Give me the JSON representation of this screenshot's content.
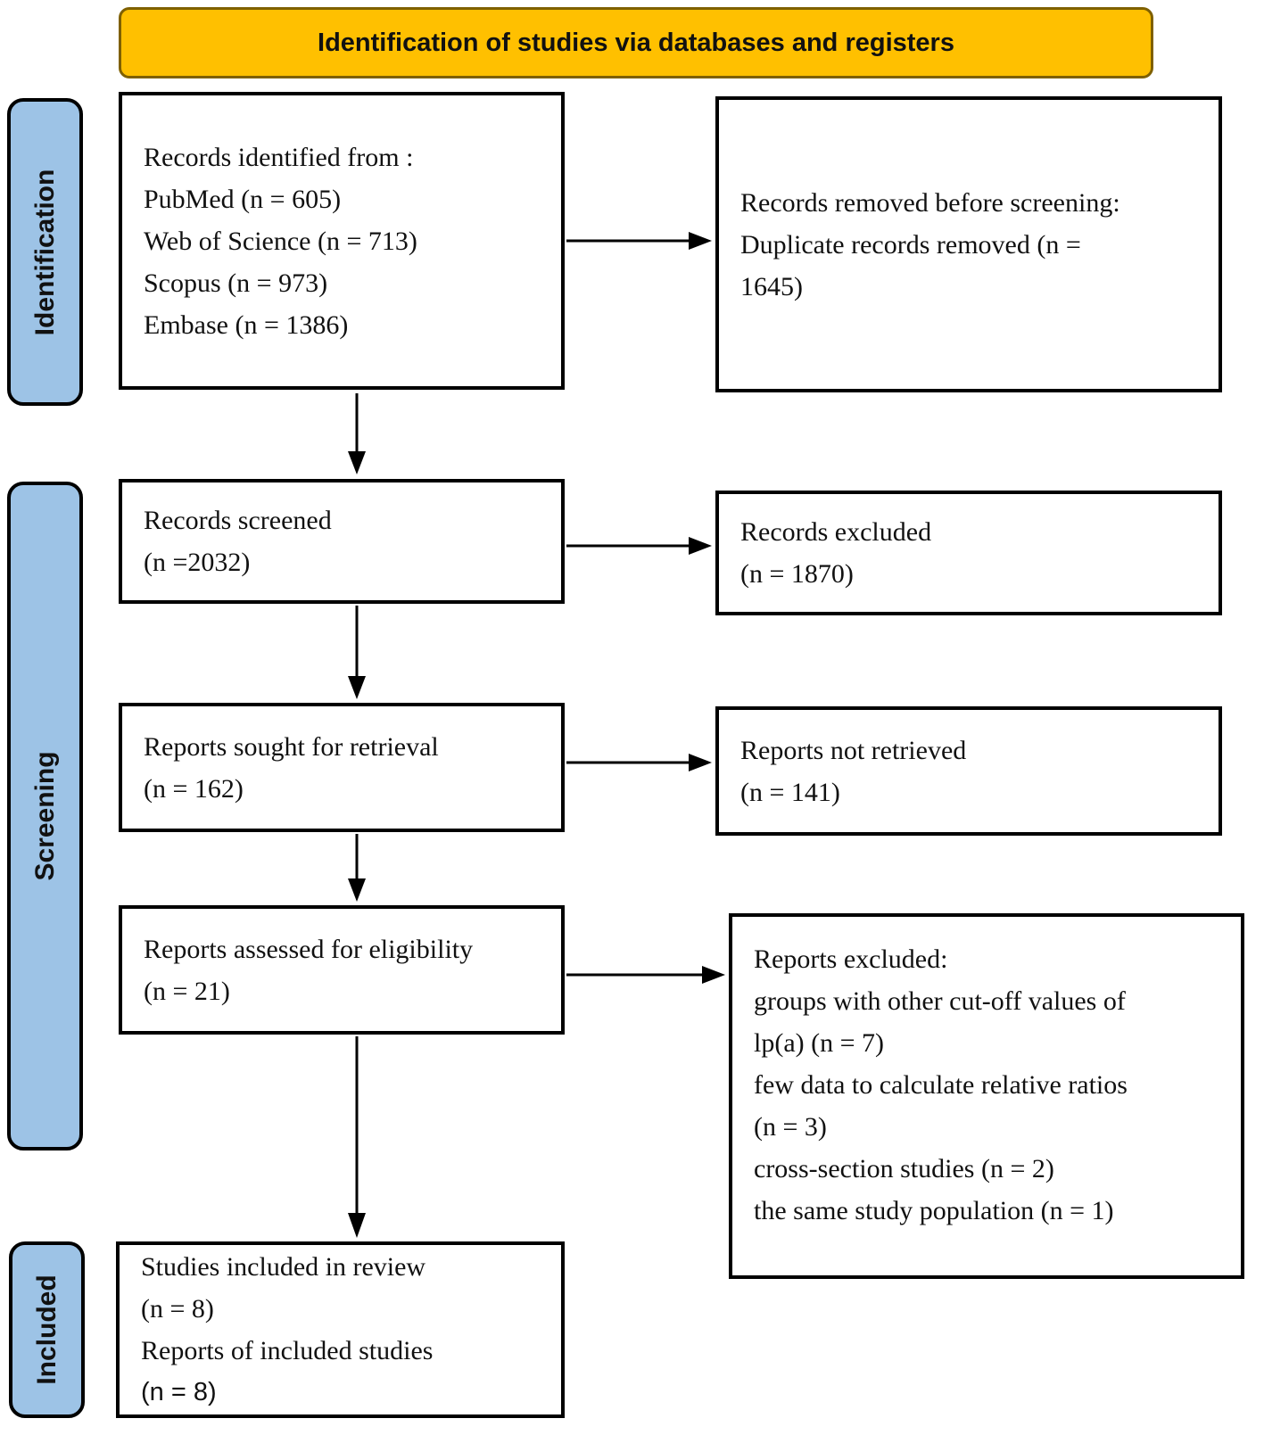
{
  "banner": {
    "label": "Identification of studies via databases and registers"
  },
  "stages": {
    "identification": "Identification",
    "screening": "Screening",
    "included": "Included"
  },
  "boxes": {
    "records_identified": {
      "lines": [
        "Records identified from :",
        "PubMed (n = 605)",
        "Web of Science (n = 713)",
        "Scopus (n = 973)",
        "Embase (n = 1386)"
      ]
    },
    "records_removed": {
      "lines": [
        "Records removed before screening:",
        "Duplicate records removed (n =",
        "1645)"
      ]
    },
    "records_screened": {
      "lines": [
        "Records screened",
        "(n =2032)"
      ]
    },
    "records_excluded": {
      "lines": [
        "Records excluded",
        "(n = 1870)"
      ]
    },
    "reports_sought": {
      "lines": [
        "Reports sought for retrieval",
        "(n = 162)"
      ]
    },
    "reports_not_retrieved": {
      "lines": [
        "Reports not retrieved",
        "(n = 141)"
      ]
    },
    "reports_assessed": {
      "lines": [
        "Reports assessed for eligibility",
        "(n = 21)"
      ]
    },
    "reports_excluded": {
      "lines": [
        "Reports excluded:",
        "groups with other cut-off values of",
        "lp(a) (n = 7)",
        "few data to calculate relative ratios",
        "(n = 3)",
        "cross-section studies (n = 2)",
        "the same study population (n = 1)"
      ]
    },
    "studies_included": {
      "lines": [
        "Studies included in review",
        "(n = 8)",
        "Reports of included studies",
        "(n = 8)"
      ]
    }
  },
  "colors": {
    "banner_fill": "#FFC000",
    "banner_border": "#7F6000",
    "stage_fill": "#9DC3E6",
    "box_border": "#000000",
    "arrow": "#000000",
    "text": "#111111"
  }
}
